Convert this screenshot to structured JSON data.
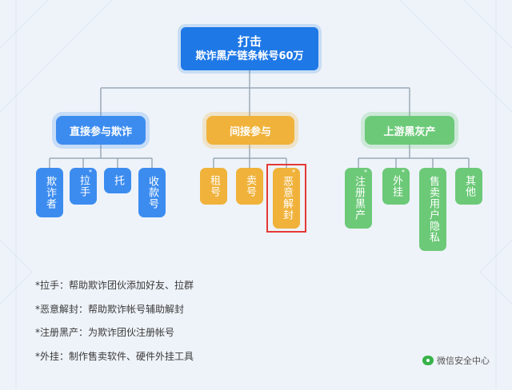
{
  "root": {
    "line1": "打击",
    "line2": "欺诈黑产链条帐号60万"
  },
  "categories": [
    {
      "label": "直接参与欺诈",
      "color": "#3c8cf0"
    },
    {
      "label": "间接参与",
      "color": "#f0b23a"
    },
    {
      "label": "上游黑灰产",
      "color": "#6cc978"
    }
  ],
  "leaves": {
    "direct": [
      {
        "label": "欺诈者",
        "starred": false
      },
      {
        "label": "拉手",
        "starred": true
      },
      {
        "label": "托",
        "starred": false
      },
      {
        "label": "收款号",
        "starred": false
      }
    ],
    "indirect": [
      {
        "label": "租号",
        "starred": false
      },
      {
        "label": "卖号",
        "starred": false
      },
      {
        "label": "恶意解封",
        "starred": true,
        "highlighted": true
      }
    ],
    "upstream": [
      {
        "label": "注册黑产",
        "starred": true
      },
      {
        "label": "外挂",
        "starred": true
      },
      {
        "label": "售卖用户隐私",
        "starred": false
      },
      {
        "label": "其他",
        "starred": false
      }
    ]
  },
  "star_symbol": "*",
  "notes": [
    {
      "mark": "*",
      "text": "拉手：帮助欺诈团伙添加好友、拉群"
    },
    {
      "mark": "*",
      "text": "恶意解封：帮助欺诈帐号辅助解封"
    },
    {
      "mark": "*",
      "text": "注册黑产：为欺诈团伙注册帐号"
    },
    {
      "mark": "*",
      "text": "外挂：制作售卖软件、硬件外挂工具"
    }
  ],
  "logo": {
    "text": "微信安全中心",
    "icon": "wechat-logo-icon"
  },
  "colors": {
    "root": "#1e78e6",
    "connector": "#9aa9b8",
    "highlight_border": "#e53935"
  }
}
